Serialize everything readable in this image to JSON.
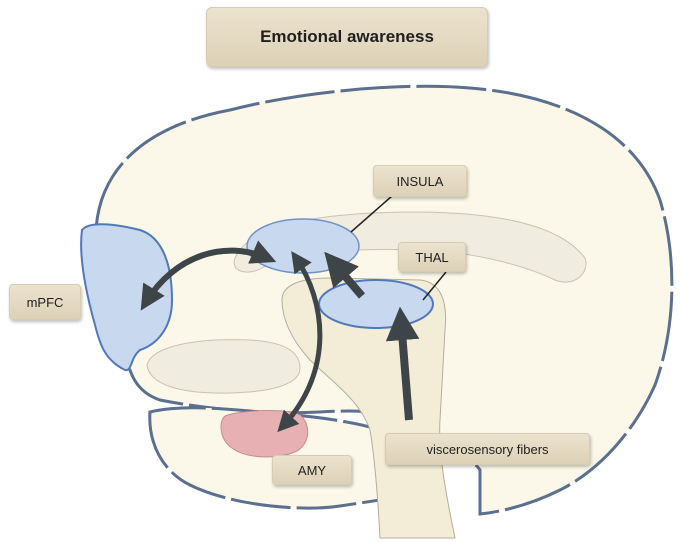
{
  "title": "Emotional awareness",
  "labels": {
    "insula": "INSULA",
    "thal": "THAL",
    "mpfc": "mPFC",
    "amy": "AMY",
    "viscerosensory": "viscerosensory  fibers"
  },
  "colors": {
    "brain_fill": "#fbf8e9",
    "brain_outline": "#5b6f8f",
    "region_blue": "#c8d8ef",
    "region_blue_outline": "#4f79b8",
    "amygdala": "#e7b0b3",
    "arrow": "#3e4549",
    "label_bg": "#e6dcc4"
  }
}
